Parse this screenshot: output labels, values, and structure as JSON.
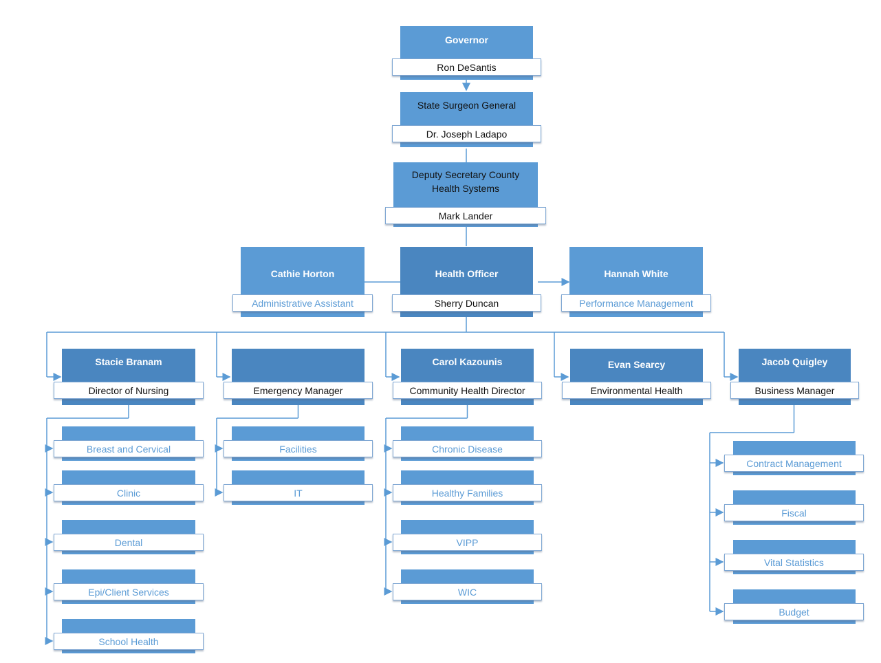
{
  "colors": {
    "box": "#5b9bd5",
    "box_dark": "#4a86c0",
    "line": "#5b9bd5",
    "sub_text": "#5b9bd5"
  },
  "top_chain": [
    {
      "title": "Governor",
      "name": "Ron DeSantis"
    },
    {
      "title": "State Surgeon General",
      "name": "Dr. Joseph Ladapo"
    },
    {
      "title": "Deputy Secretary County Health Systems",
      "name": "Mark Lander"
    }
  ],
  "health_officer": {
    "title": "Health Officer",
    "name": "Sherry Duncan"
  },
  "staff_left": {
    "name": "Cathie Horton",
    "role": "Administrative Assistant"
  },
  "staff_right": {
    "name": "Hannah White",
    "role": "Performance Management"
  },
  "divisions": [
    {
      "name": "Stacie Branam",
      "role": "Director of Nursing",
      "units": [
        "Breast and Cervical",
        "Clinic",
        "Dental",
        "Epi/Client Services",
        "School Health"
      ]
    },
    {
      "name": "",
      "role": "Emergency Manager",
      "units": [
        "Facilities",
        "IT"
      ]
    },
    {
      "name": "Carol Kazounis",
      "role": "Community Health Director",
      "units": [
        "Chronic Disease",
        "Healthy Families",
        "VIPP",
        "WIC"
      ]
    },
    {
      "name": "Evan Searcy",
      "role": "Environmental Health",
      "units": []
    },
    {
      "name": "Jacob Quigley",
      "role": "Business Manager",
      "units": [
        "Contract Management",
        "Fiscal",
        "Vital Statistics",
        "Budget"
      ]
    }
  ]
}
